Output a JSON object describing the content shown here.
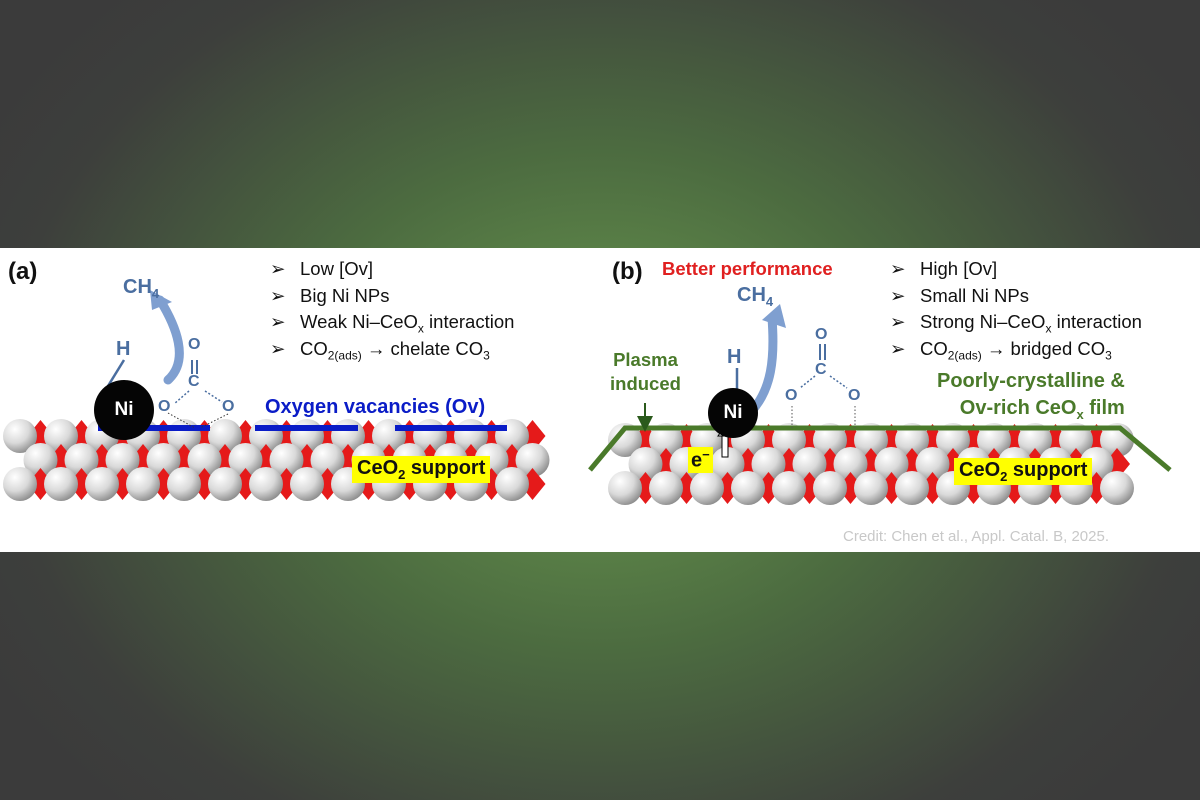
{
  "panel_a": {
    "label": "(a)",
    "ch4": "CH",
    "ch4_sub": "4",
    "h": "H",
    "ni": "Ni",
    "o_left": "O",
    "o_right": "O",
    "o_top": "O",
    "c": "C",
    "bullets": [
      {
        "text": "Low [Ov]"
      },
      {
        "text": "Big Ni NPs"
      },
      {
        "pre": "Weak Ni–CeO",
        "sub": "x",
        "post": " interaction"
      },
      {
        "pre": "CO",
        "sub": "2(ads)",
        "post": " → chelate CO",
        "sub2": "3"
      }
    ],
    "vacancy_label": "Oxygen vacancies (Ov)",
    "support_pre": "CeO",
    "support_sub": "2",
    "support_post": " support"
  },
  "panel_b": {
    "label": "(b)",
    "better": "Better performance",
    "ch4": "CH",
    "ch4_sub": "4",
    "h": "H",
    "ni": "Ni",
    "o_left": "O",
    "o_right": "O",
    "o_top": "O",
    "c": "C",
    "electron": "e",
    "electron_sup": "−",
    "plasma_line1": "Plasma",
    "plasma_line2": "induced",
    "film_line1": "Poorly-crystalline &",
    "film_line2_pre": "Ov-rich CeO",
    "film_line2_sub": "x",
    "film_line2_post": " film",
    "bullets": [
      {
        "text": "High [Ov]"
      },
      {
        "text": "Small Ni NPs"
      },
      {
        "pre": "Strong Ni–CeO",
        "sub": "x",
        "post": " interaction"
      },
      {
        "pre": "CO",
        "sub": "2(ads)",
        "post": " → bridged CO",
        "sub2": "3"
      }
    ],
    "support_pre": "CeO",
    "support_sub": "2",
    "support_post": " support"
  },
  "credit": "Credit: Chen et al., Appl. Catal. B, 2025.",
  "bullet_glyph": "➢",
  "colors": {
    "oxygen_red": "#e51a1a",
    "ceria_white": "#d9d9d9",
    "vacancy_blue": "#0a1cc7",
    "film_green": "#4a7a2a",
    "molecule_blue": "#4a6ea0",
    "highlight_yellow": "#ffff00",
    "better_red": "#e02020"
  }
}
